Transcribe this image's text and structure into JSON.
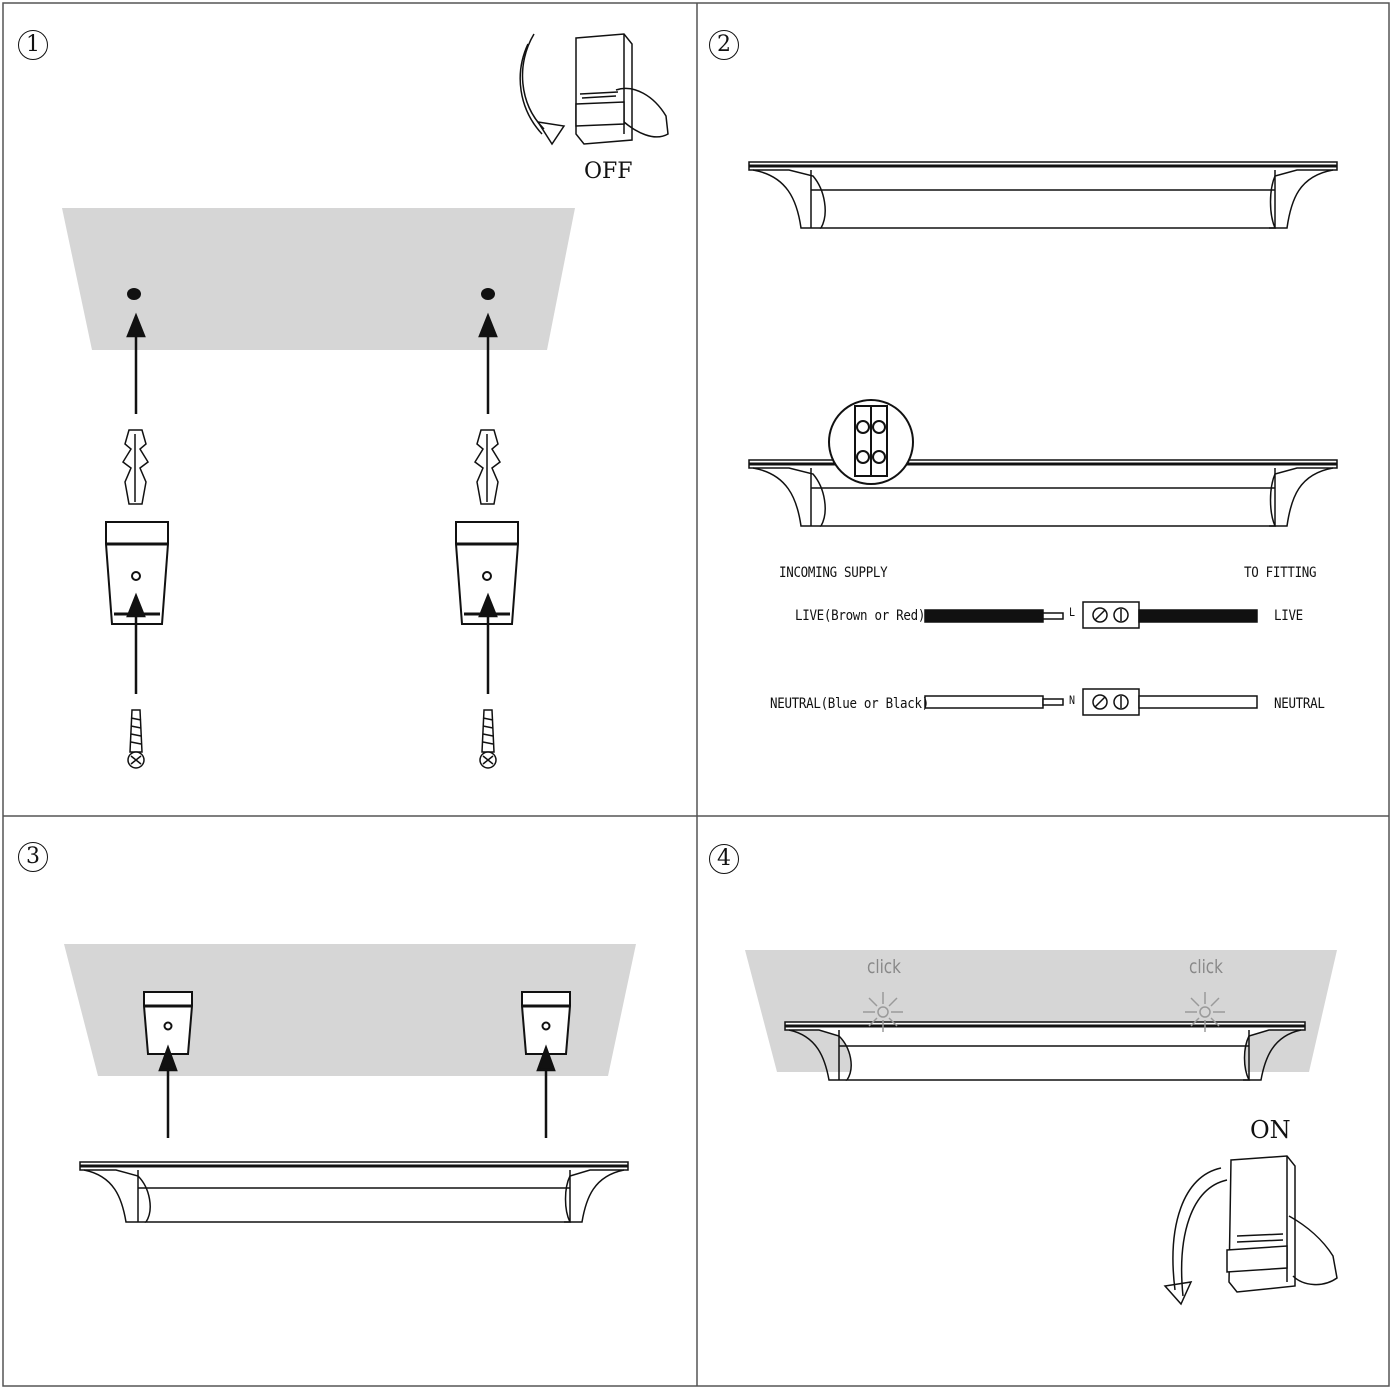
{
  "steps": [
    {
      "number": "1",
      "switch_label": "OFF"
    },
    {
      "number": "2",
      "incoming_label": "INCOMING SUPPLY",
      "fitting_label": "TO FITTING",
      "live_in_label": "LIVE(Brown or Red)",
      "live_out_label": "LIVE",
      "live_terminal_letter": "L",
      "neutral_in_label": "NEUTRAL(Blue or Black)",
      "neutral_out_label": "NEUTRAL",
      "neutral_terminal_letter": "N"
    },
    {
      "number": "3"
    },
    {
      "number": "4",
      "click_left": "click",
      "click_right": "click",
      "switch_label": "ON"
    }
  ],
  "colors": {
    "border": "#555555",
    "ceiling": "#d6d6d6",
    "line": "#111111",
    "click": "#9a9a9a"
  },
  "icons": [
    "wall-switch-off-icon",
    "wall-plug-icon",
    "mounting-clip-icon",
    "screw-icon",
    "terminal-block-icon",
    "wall-switch-on-icon",
    "click-burst-icon"
  ]
}
